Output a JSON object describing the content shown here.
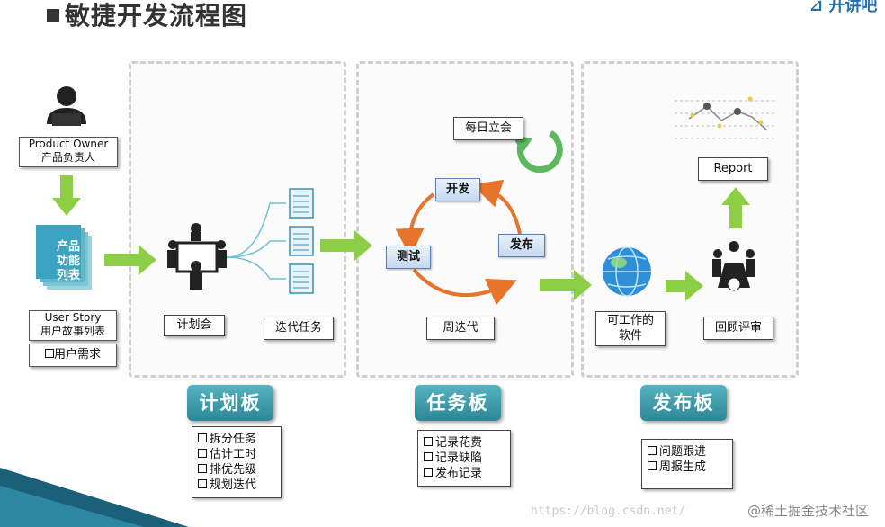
{
  "title": "敏捷开发流程图",
  "corner_logo": "⊿ 开讲吧",
  "product_owner": {
    "line1": "Product Owner",
    "line2": "产品负责人"
  },
  "backlog_stack_label": {
    "line1": "产品",
    "line2": "功能",
    "line3": "列表"
  },
  "user_story": {
    "line1": "User Story",
    "line2": "用户故事列表"
  },
  "user_needs": "用户需求",
  "plan_meeting": "计划会",
  "iteration_tasks": "迭代任务",
  "daily_standup": "每日立会",
  "cycle": {
    "develop": "开发",
    "test": "测试",
    "release": "发布"
  },
  "weekly_iteration": "周迭代",
  "working_software": {
    "line1": "可工作的",
    "line2": "软件"
  },
  "report": "Report",
  "review": "回顾评审",
  "boards": [
    {
      "title": "计划板",
      "items": [
        "拆分任务",
        "估计工时",
        "排优先级",
        "规划迭代"
      ]
    },
    {
      "title": "任务板",
      "items": [
        "记录花费",
        "记录缺陷",
        "发布记录"
      ]
    },
    {
      "title": "发布板",
      "items": [
        "问题跟进",
        "周报生成"
      ]
    }
  ],
  "watermark": "@稀土掘金技术社区",
  "faint_url": "https://blog.csdn.net/",
  "colors": {
    "arrow_green": "#8ccf45",
    "cycle_orange": "#e8732a",
    "teal": "#2c8796",
    "standup_green": "#5cb85c"
  }
}
